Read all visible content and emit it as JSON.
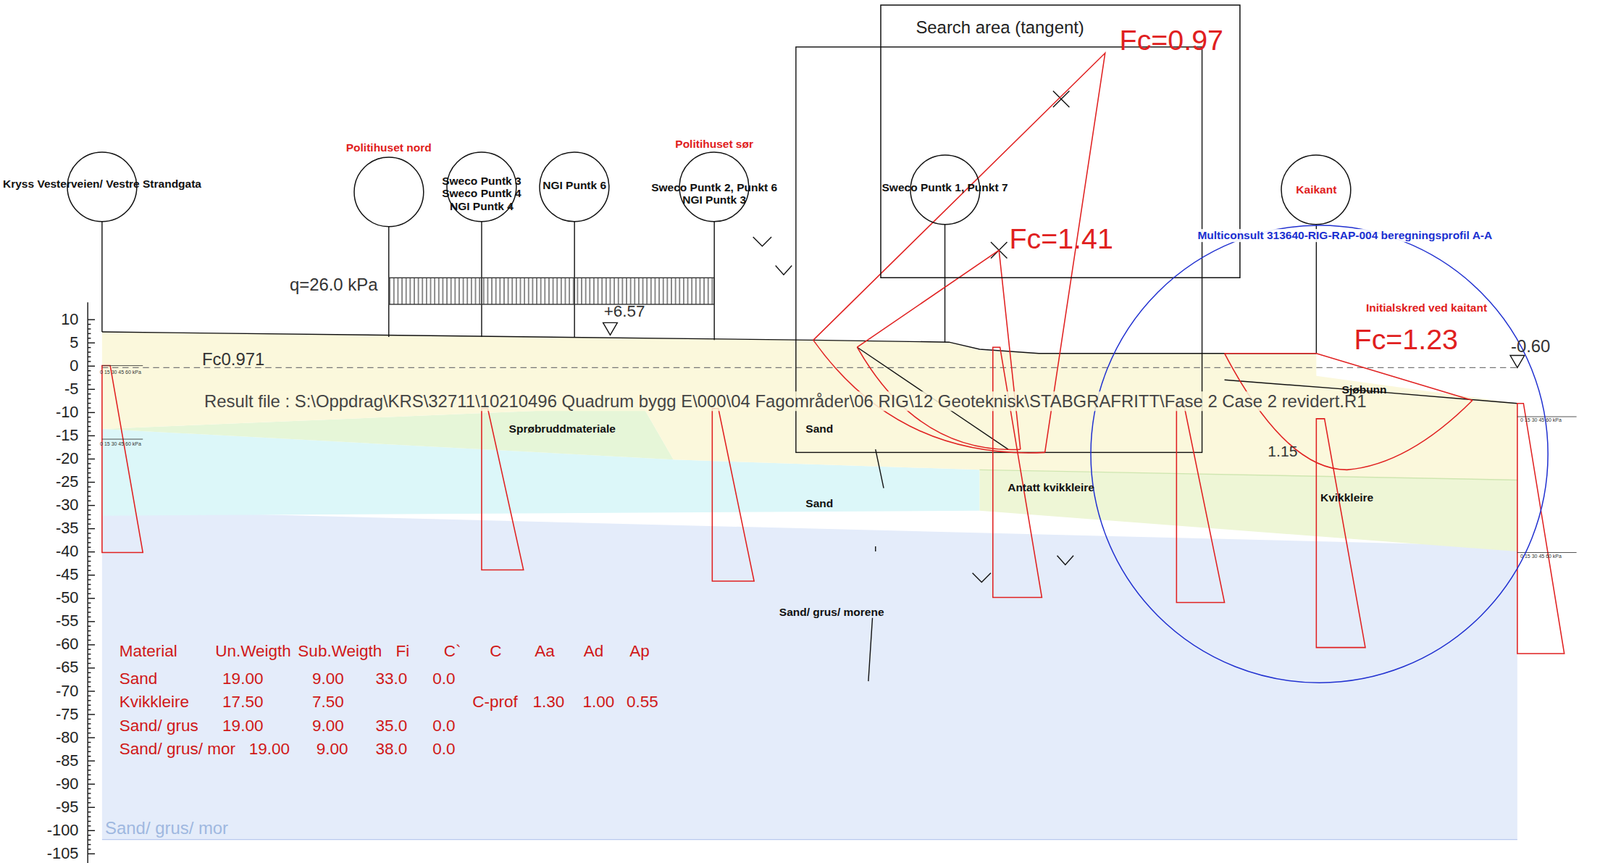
{
  "diagram": {
    "nodes": [
      {
        "text": [
          "Search area (tangent)"
        ]
      },
      {
        "text": [
          "Kryss Vesterveien/ Vestre Strandgata"
        ]
      },
      {
        "text": [
          "Politihuset nord"
        ]
      },
      {
        "text": [
          "Sweco Puntk 3 Sweco Puntk 4 NGI Puntk 4"
        ]
      },
      {
        "text": [
          "NGI Puntk 6"
        ]
      },
      {
        "text": [
          "Politihuset sør",
          "Sweco Puntk 2, Punkt 6 NGI Puntk 3"
        ]
      },
      {
        "text": [
          "Sweco Puntk 1, Punkt 7"
        ],
        "in": 0
      },
      {
        "text": [
          "Kaikant"
        ]
      },
      {
        "text": [
          "Multiconsult 313640-RIG-RAP-004 beregningsprofil A-A"
        ]
      }
    ],
    "labels": [
      "q=26.0 kPa",
      "+6.57",
      "Fc0.971",
      "Result file : S:\\Oppdrag\\KRS\\32711\\10210496 Quadrum bygg E\\000\\04 Fagområder\\06 RIG\\12 Geoteknisk\\STABGRAFRITT\\Fase 2 Case 2 revidert.R1",
      "Fc=0.97",
      "Fc=1.41",
      "Fc=1.23",
      "1.15",
      "-0.60",
      "Initialskred ved kaitant",
      "Sprøbruddmateriale",
      "Sand",
      "Sand",
      "Antatt kvikkleire",
      "Sjøbunn",
      "Kvikkleire",
      "Sand/ grus/ morene",
      "Sand/ grus/ mor",
      "0 15 30 45 60 kPa",
      "0 15 30 45 60 kPa",
      "0 15 30 45 60 kPa",
      "0 15 30 45 60 kPa",
      "10",
      "5",
      "0",
      "-5",
      "-10",
      "-15",
      "-20",
      "-25",
      "-30",
      "-35",
      "-40",
      "-45",
      "-50",
      "-55",
      "-60",
      "-65",
      "-70",
      "-75",
      "-80",
      "-85",
      "-90",
      "-95",
      "-100",
      "-105",
      "Material",
      "Un.Weigth",
      "Sub.Weigth",
      "Fi",
      "C`",
      "C",
      "Aa",
      "Ad",
      "Ap",
      "Sand",
      "19.00",
      "9.00",
      "33.0",
      "0.0",
      "Kvikkleire",
      "17.50",
      "7.50",
      "C-prof",
      "1.30",
      "1.00",
      "0.55",
      "Sand/ grus",
      "19.00",
      "9.00",
      "35.0",
      "0.0",
      "Sand/ grus/ mor",
      "19.00",
      "9.00",
      "38.0",
      "0.0"
    ]
  }
}
